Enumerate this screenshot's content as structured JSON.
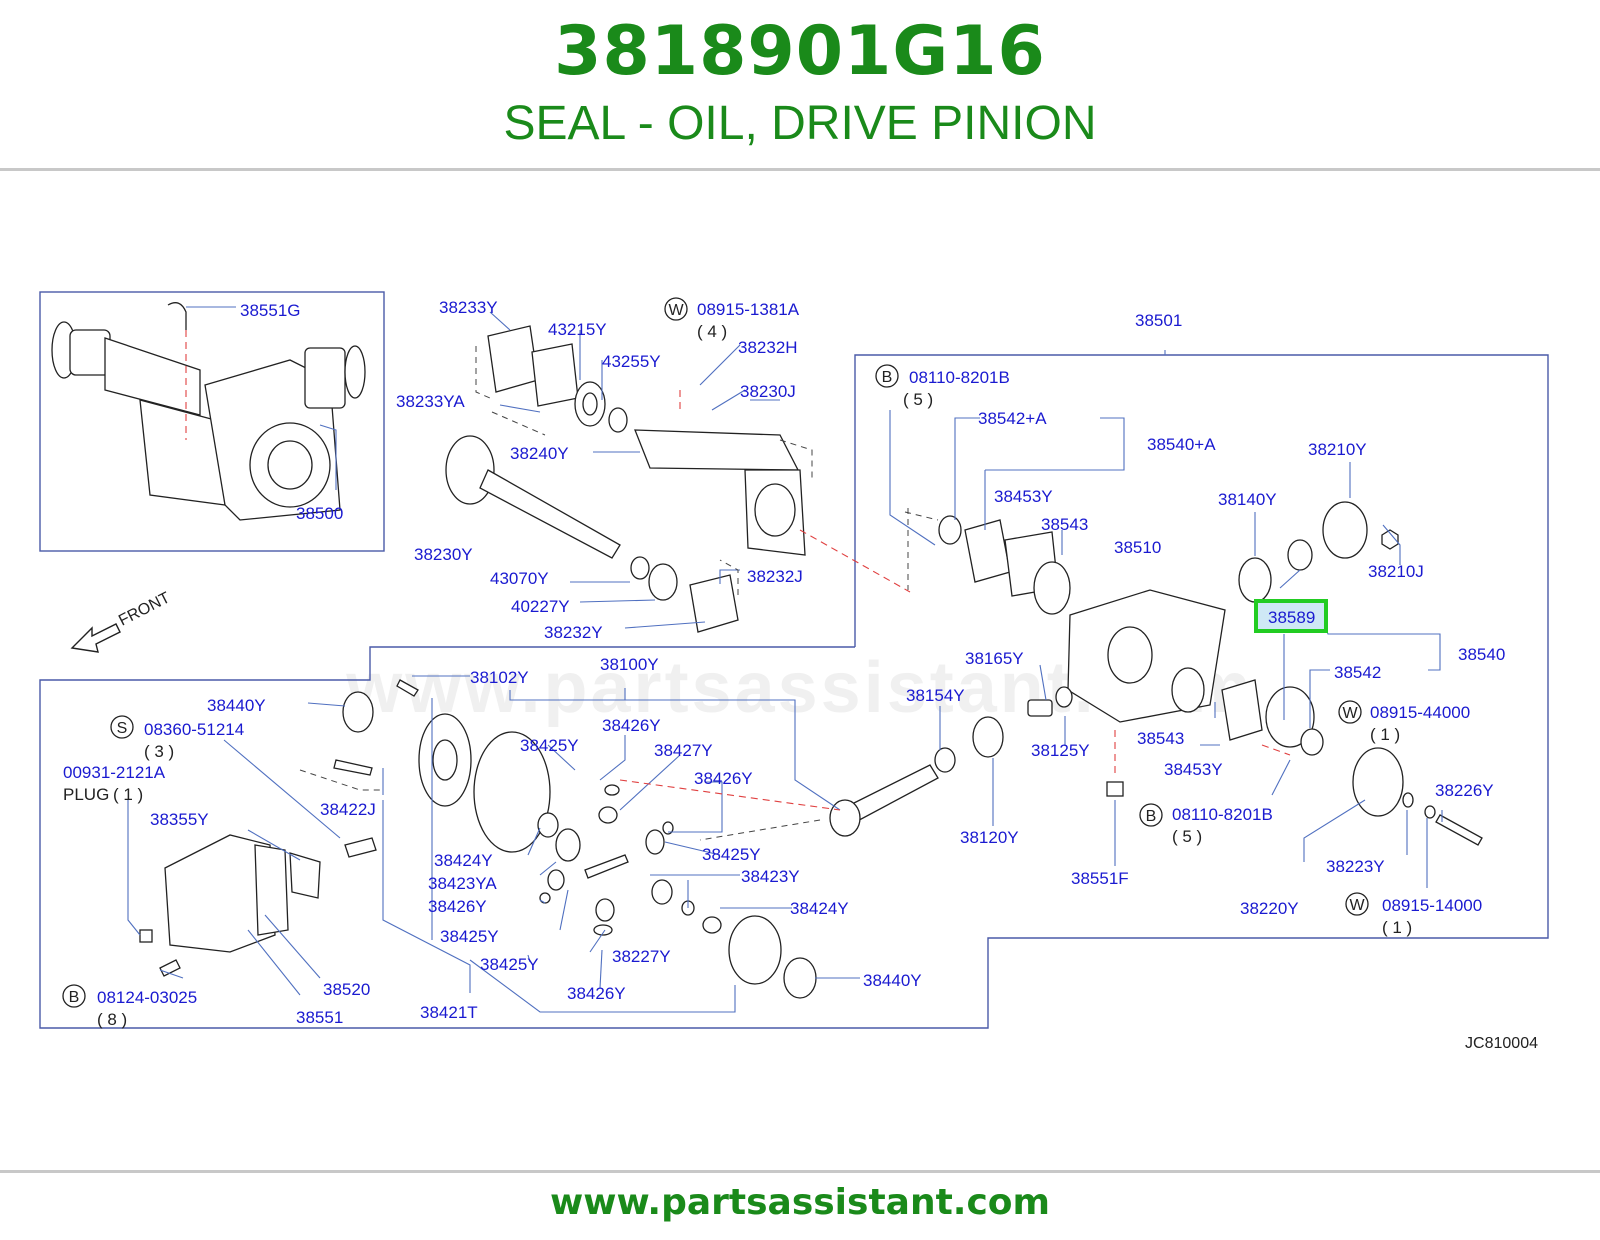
{
  "header": {
    "part_number": "3818901G16",
    "description": "SEAL - OIL, DRIVE PINION"
  },
  "footer": {
    "website": "www.partsassistant.com"
  },
  "watermark": "www.partsassistant.com",
  "colors": {
    "brand_green": "#1a8a1a",
    "label_blue": "#1a1ad0",
    "highlight_green": "#22cc22",
    "highlight_fill": "#cfe8f5",
    "leader_blue": "#5070c0",
    "centerline_red": "#e04040"
  },
  "diagram": {
    "front_label": "FRONT",
    "drawing_code": "JC810004",
    "plug_label": "PLUG",
    "highlighted_part": "38589",
    "parts": [
      "38551G",
      "38500",
      "38233Y",
      "43215Y",
      "43255Y",
      "08915-1381A",
      "( 4 )",
      "38232H",
      "38230J",
      "38233YA",
      "38240Y",
      "38230Y",
      "43070Y",
      "40227Y",
      "38232J",
      "38232Y",
      "38501",
      "08110-8201B",
      "( 5 )",
      "38542+A",
      "38540+A",
      "38210Y",
      "38453Y",
      "38543",
      "38140Y",
      "38510",
      "38210J",
      "38589",
      "38540",
      "38542",
      "38165Y",
      "08915-44000",
      "( 1 )",
      "38154Y",
      "38125Y",
      "38543",
      "38453Y",
      "38226Y",
      "08110-8201B",
      "( 5 )",
      "38120Y",
      "38223Y",
      "38551F",
      "38220Y",
      "08915-14000",
      "( 1 )",
      "38102Y",
      "38100Y",
      "38440Y",
      "08360-51214",
      "( 3 )",
      "00931-2121A",
      "( 1 )",
      "38426Y",
      "38425Y",
      "38427Y",
      "38426Y",
      "38422J",
      "38355Y",
      "38425Y",
      "38424Y",
      "38423YA",
      "38423Y",
      "38426Y",
      "38424Y",
      "38425Y",
      "38227Y",
      "38425Y",
      "38520",
      "38440Y",
      "08124-03025",
      "( 8 )",
      "38426Y",
      "38551",
      "38421T"
    ],
    "symbols": [
      "W",
      "B",
      "B",
      "W",
      "W",
      "S",
      "B"
    ]
  }
}
